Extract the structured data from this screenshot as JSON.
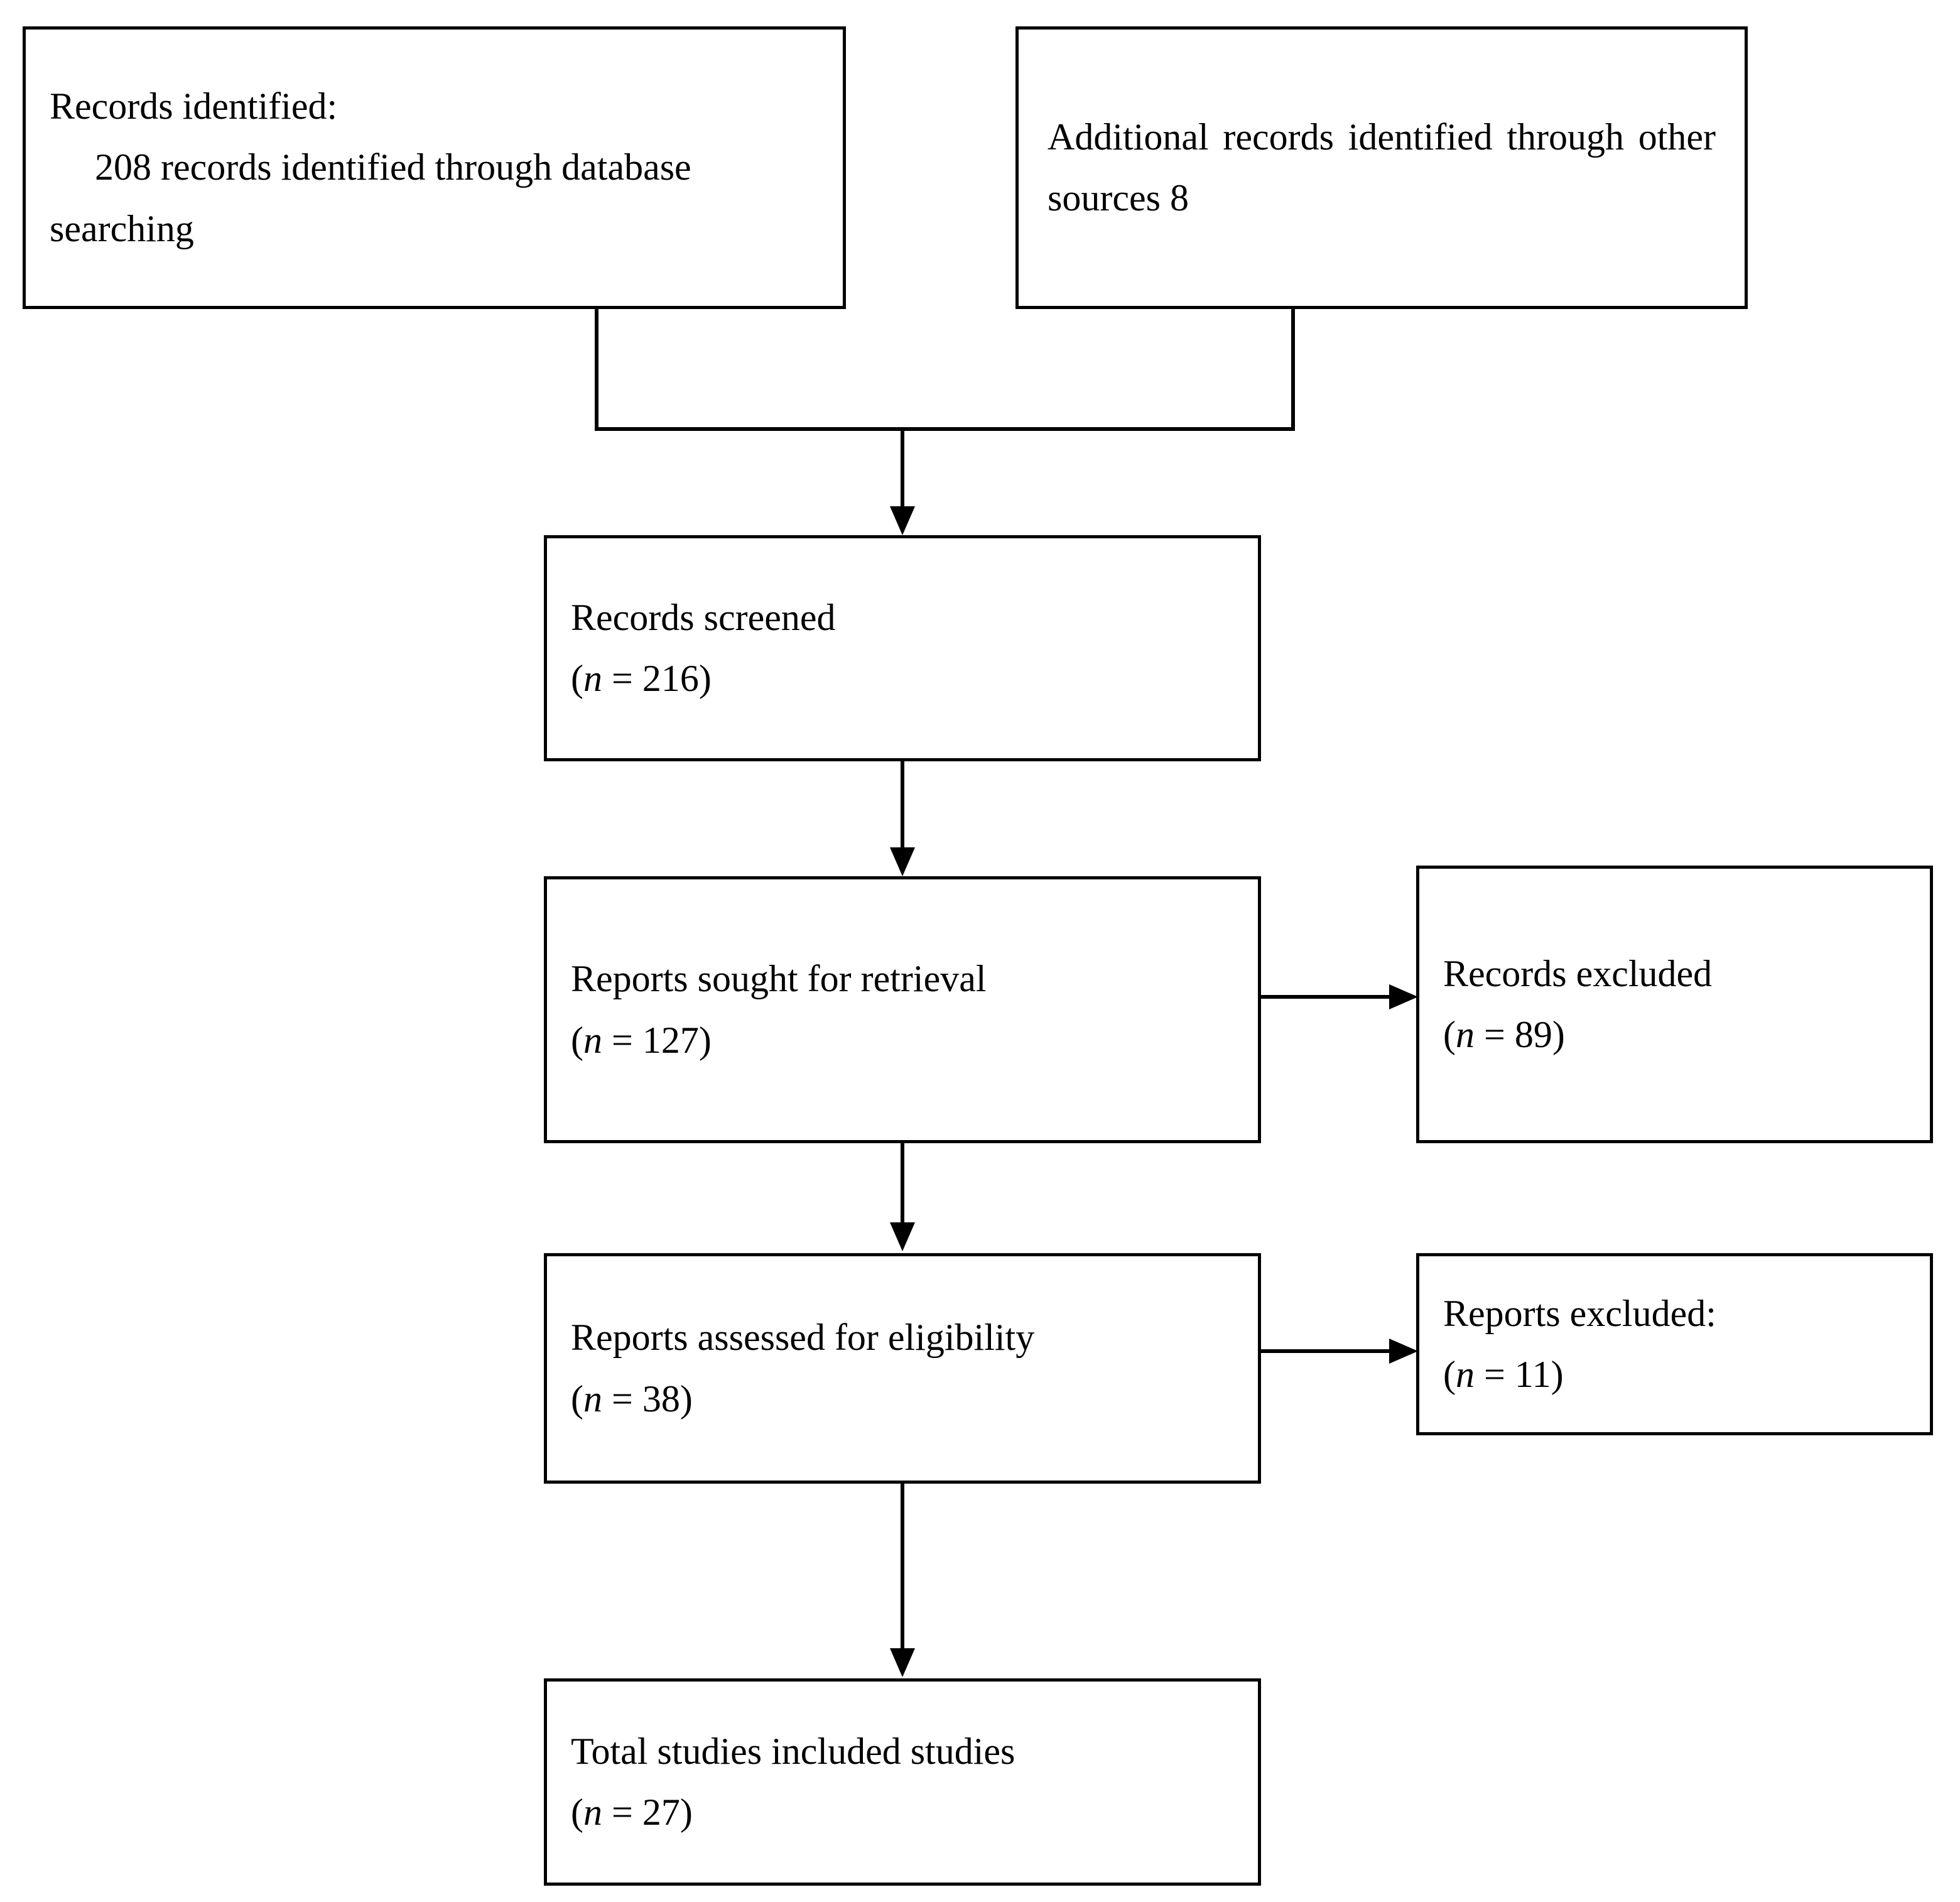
{
  "diagram": {
    "type": "prisma-flow-diagram",
    "nodes": {
      "identified_database": {
        "title": "Records identified:",
        "detail": "208 records identified through database searching",
        "count": 208
      },
      "identified_other": {
        "text": "Additional records identified through other sources 8",
        "count": 8
      },
      "screened": {
        "title": "Records screened",
        "count_label": "(n = 216)",
        "n_symbol": "n",
        "count_suffix": " = 216)",
        "count_prefix": "(",
        "count": 216
      },
      "sought": {
        "title": "Reports sought for retrieval",
        "count_label": "(n = 127)",
        "count_prefix": "(",
        "n_symbol": "n",
        "count_suffix": " = 127)",
        "count": 127
      },
      "records_excluded": {
        "title": "Records excluded",
        "count_label": "(n = 89)",
        "count_prefix": "(",
        "n_symbol": "n",
        "count_suffix": " = 89)",
        "count": 89
      },
      "assessed": {
        "title": "Reports assessed for eligibility",
        "count_label": "(n = 38)",
        "count_prefix": "(",
        "n_symbol": "n",
        "count_suffix": " = 38)",
        "count": 38
      },
      "reports_excluded": {
        "title": "Reports excluded:",
        "count_label": "(n = 11)",
        "count_prefix": "(",
        "n_symbol": "n",
        "count_suffix": " = 11)",
        "count": 11
      },
      "included": {
        "title": "Total studies included studies",
        "count_label": "(n = 27)",
        "count_prefix": "(",
        "n_symbol": "n",
        "count_suffix": " = 27)",
        "count": 27
      }
    },
    "colors": {
      "border": "#000000",
      "text": "#000000",
      "background": "#ffffff"
    }
  }
}
